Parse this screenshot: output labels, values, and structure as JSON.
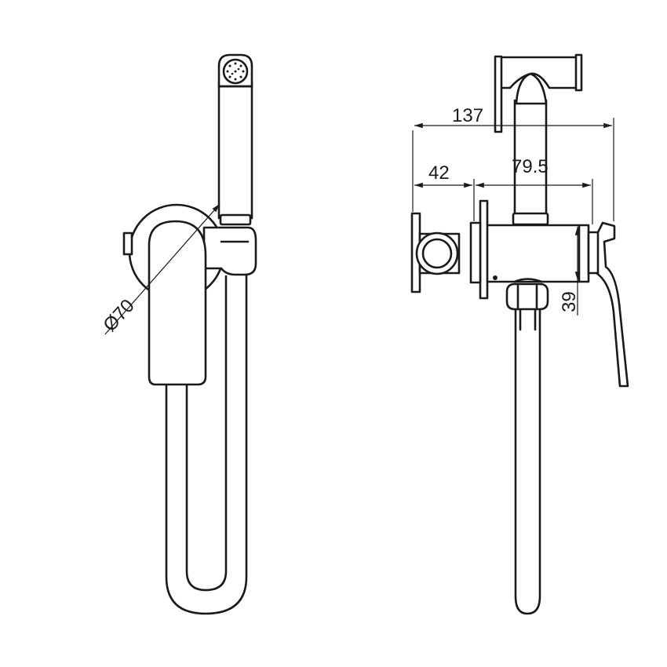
{
  "dimensions": {
    "diameter": "Ø70",
    "depth_total": "137",
    "wall_offset": "42",
    "body_length": "79.5",
    "body_height": "39"
  },
  "colors": {
    "line": "#1a1a1a",
    "background": "#ffffff"
  }
}
